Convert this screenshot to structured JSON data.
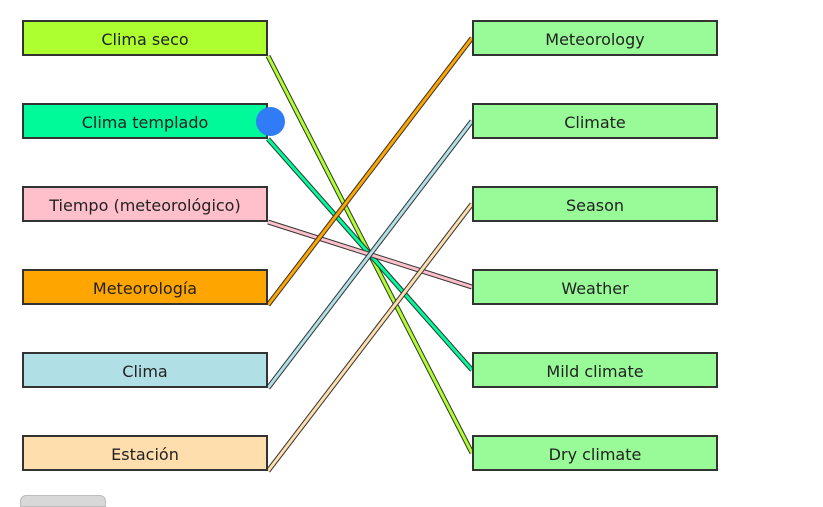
{
  "colors": {
    "right_box": "#98fb98",
    "handle": "#2f7cf6",
    "border": "#333333"
  },
  "left_items": [
    {
      "label": "Clima seco",
      "color": "#adff2f",
      "match": 5
    },
    {
      "label": "Clima templado",
      "color": "#00fa9a",
      "match": 4
    },
    {
      "label": "Tiempo (meteorológico)",
      "color": "#ffc0cb",
      "match": 3
    },
    {
      "label": "Meteorología",
      "color": "#ffa500",
      "match": 0
    },
    {
      "label": "Clima",
      "color": "#b0e0e6",
      "match": 1
    },
    {
      "label": "Estación",
      "color": "#ffdead",
      "match": 2
    }
  ],
  "right_items": [
    {
      "label": "Meteorology"
    },
    {
      "label": "Climate"
    },
    {
      "label": "Season"
    },
    {
      "label": "Weather"
    },
    {
      "label": "Mild climate"
    },
    {
      "label": "Dry climate"
    }
  ]
}
